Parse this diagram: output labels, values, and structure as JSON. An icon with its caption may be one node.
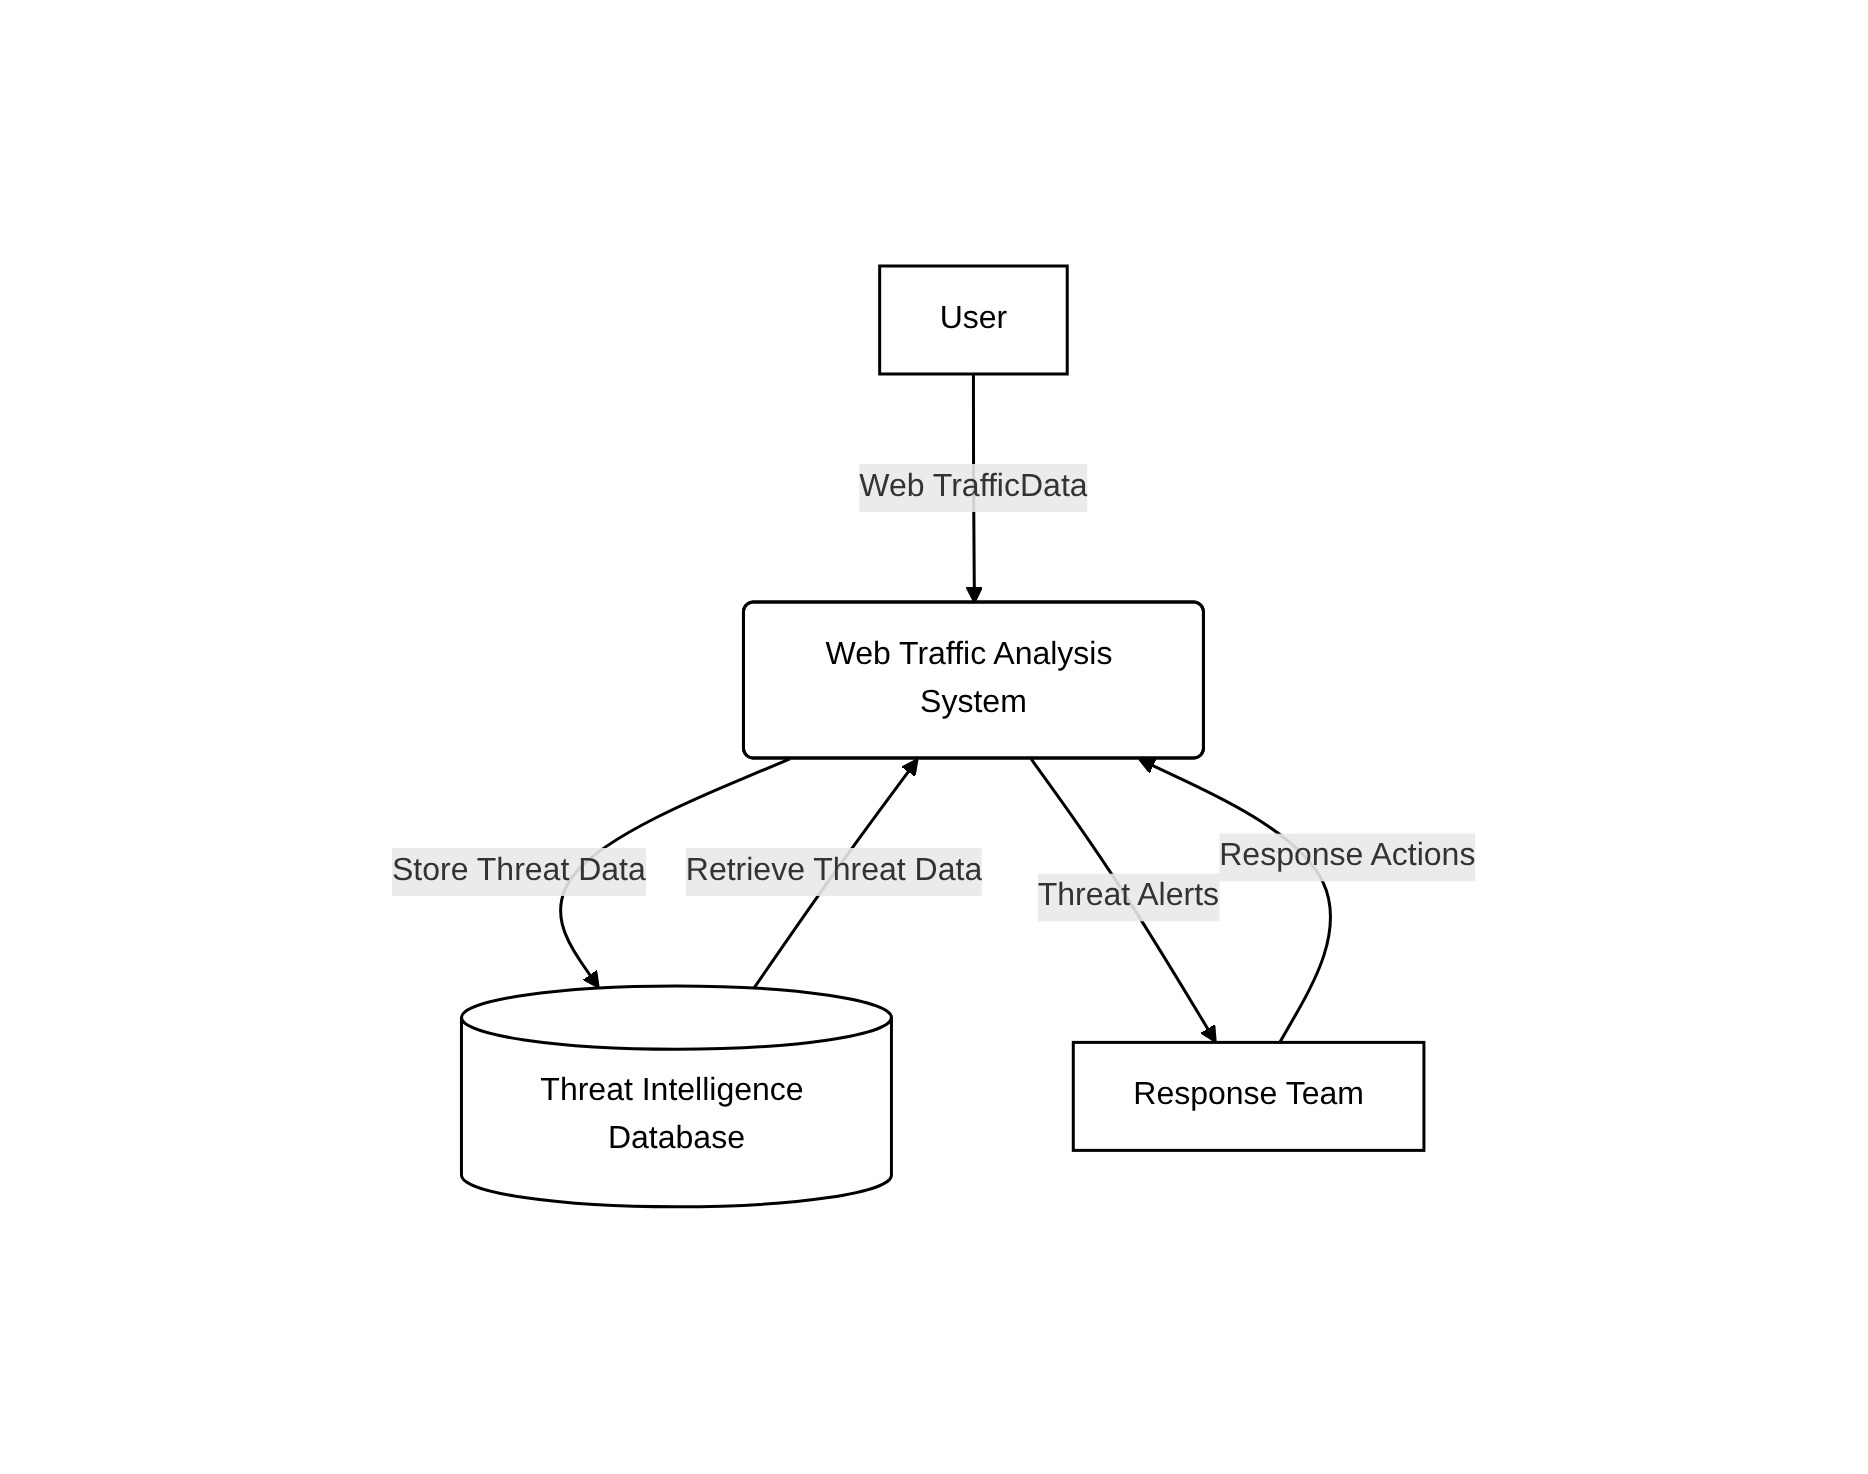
{
  "diagram": {
    "nodes": [
      {
        "text": [
          "User"
        ]
      },
      {
        "text": [
          "Web Traffic Analysis System"
        ]
      },
      {
        "text": [
          "Threat Intelligence Database"
        ]
      },
      {
        "text": [
          "Response Team"
        ]
      }
    ],
    "edges": [
      {
        "from": 0,
        "to": 1,
        "arrow": "to",
        "label": "Web TrafficData"
      },
      {
        "from": 1,
        "to": 2,
        "arrow": "to",
        "label": "Store Threat Data"
      },
      {
        "from": 2,
        "to": 1,
        "arrow": "to",
        "label": "Retrieve Threat Data"
      },
      {
        "from": 1,
        "to": 3,
        "arrow": "to",
        "label": "Threat Alerts"
      },
      {
        "from": 3,
        "to": 1,
        "arrow": "to",
        "label": "Response Actions"
      }
    ]
  }
}
